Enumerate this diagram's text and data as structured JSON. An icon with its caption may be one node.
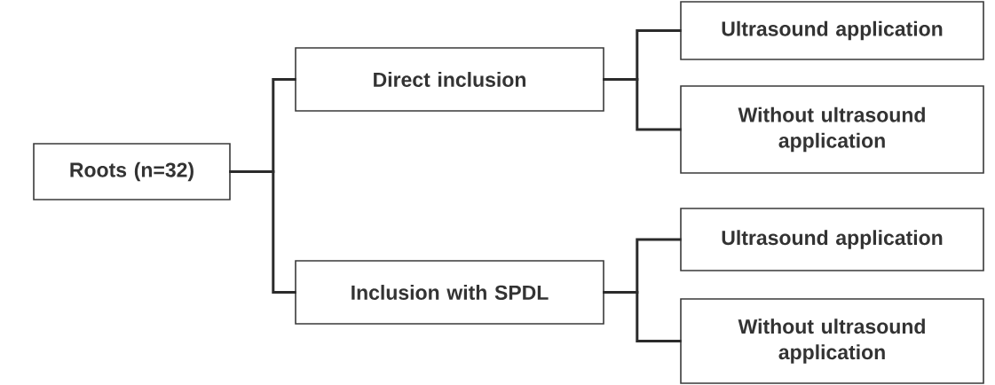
{
  "diagram": {
    "nodes": [
      {
        "text": [
          "Roots (n=32)"
        ]
      },
      {
        "text": [
          "Direct inclusion"
        ]
      },
      {
        "text": [
          "Ultrasound application"
        ]
      },
      {
        "text": [
          "Without ultrasound application"
        ]
      },
      {
        "text": [
          "Inclusion with SPDL"
        ]
      },
      {
        "text": [
          "Ultrasound application"
        ]
      },
      {
        "text": [
          "Without ultrasound application"
        ]
      }
    ],
    "edges": [
      {
        "from": 0,
        "to": 1,
        "arrow": "none"
      },
      {
        "from": 0,
        "to": 4,
        "arrow": "none"
      },
      {
        "from": 1,
        "to": 2,
        "arrow": "none"
      },
      {
        "from": 1,
        "to": 3,
        "arrow": "none"
      },
      {
        "from": 4,
        "to": 5,
        "arrow": "none"
      },
      {
        "from": 4,
        "to": 6,
        "arrow": "none"
      }
    ]
  }
}
